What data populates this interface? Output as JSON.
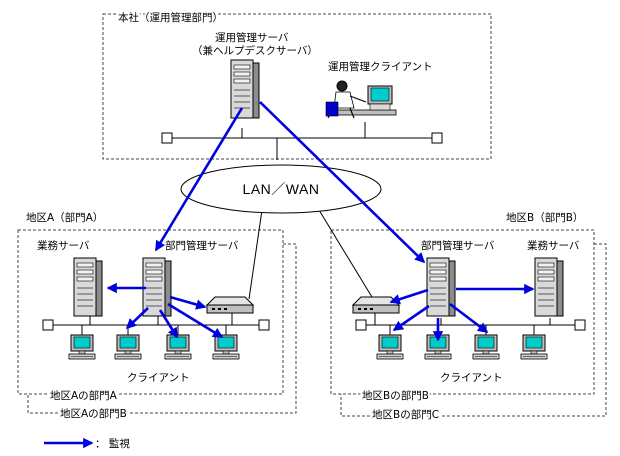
{
  "labels": {
    "hq": "本社（運用管理部門）",
    "ops_server": "運用管理サーバ",
    "ops_server_sub": "（兼ヘルプデスクサーバ）",
    "ops_client": "運用管理クライアント",
    "wan": "LAN／WAN",
    "area_a": "地区A（部門A）",
    "area_b": "地区B（部門B）",
    "biz_server_a": "業務サーバ",
    "dept_server_a": "部門管理サーバ",
    "dept_server_b": "部門管理サーバ",
    "biz_server_b": "業務サーバ",
    "client_a": "クライアント",
    "client_b": "クライアント",
    "a_dept_a": "地区Aの部門A",
    "a_dept_b": "地区Aの部門B",
    "b_dept_b": "地区Bの部門B",
    "b_dept_c": "地区Bの部門C",
    "legend": "：  監視"
  },
  "colors": {
    "monitor_arrow": "#0000e0"
  }
}
